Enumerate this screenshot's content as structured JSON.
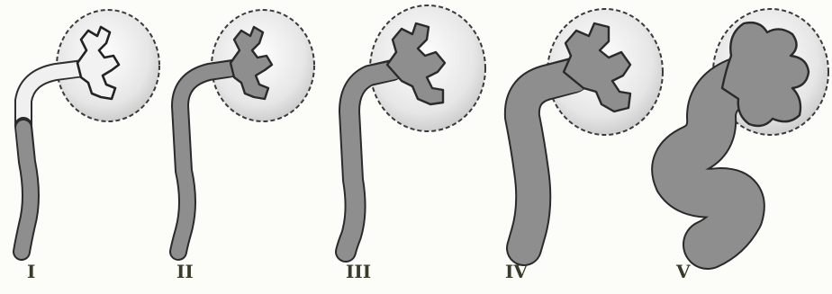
{
  "figure": {
    "grades": [
      {
        "label": "I"
      },
      {
        "label": "II"
      },
      {
        "label": "III"
      },
      {
        "label": "IV"
      },
      {
        "label": "V"
      }
    ]
  }
}
